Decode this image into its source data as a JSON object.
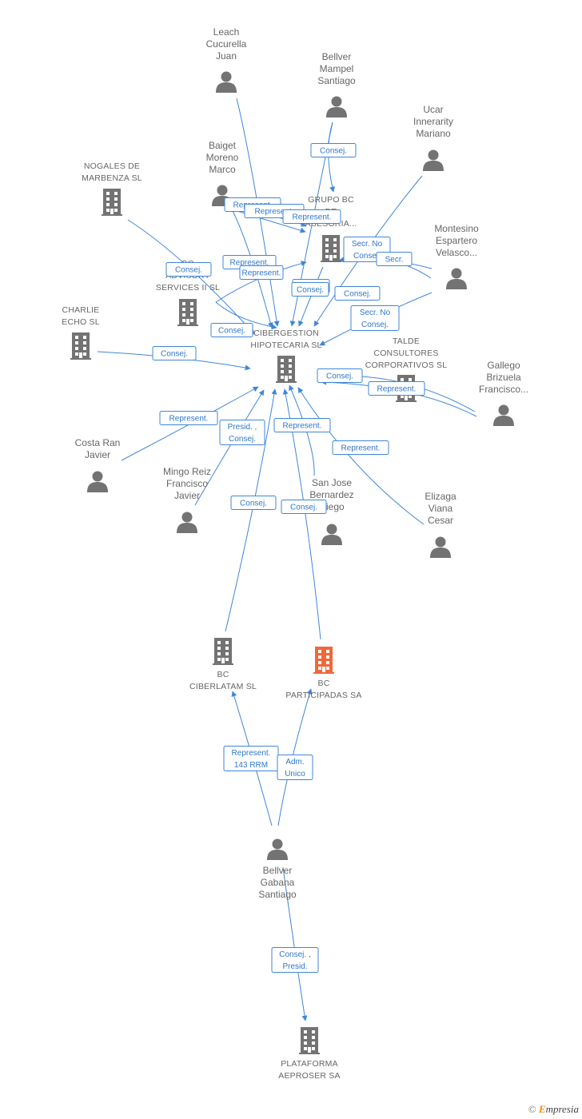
{
  "colors": {
    "edge": "#3f86d8",
    "node": "#737373",
    "highlight": "#f0683a",
    "label": "#666666"
  },
  "nodes": {
    "leach": {
      "type": "person",
      "label": [
        "Leach",
        "Cucurella",
        "Juan"
      ]
    },
    "bellver_mampel": {
      "type": "person",
      "label": [
        "Bellver",
        "Mampel",
        "Santiago"
      ]
    },
    "ucar": {
      "type": "person",
      "label": [
        "Ucar",
        "Innerarity",
        "Mariano"
      ]
    },
    "baiget": {
      "type": "person",
      "label": [
        "Baiget",
        "Moreno",
        "Marco"
      ]
    },
    "nogales": {
      "type": "company",
      "label": [
        "NOGALES DE",
        "MARBENZA SL"
      ]
    },
    "grupo_bc": {
      "type": "company",
      "label": [
        "GRUPO BC",
        "DE",
        "ASESORIA..."
      ]
    },
    "montesino": {
      "type": "person",
      "label": [
        "Montesino",
        "Espartero",
        "Velasco..."
      ]
    },
    "advisory": {
      "type": "company",
      "label": [
        "BC",
        "ADVISORY",
        "SERVICES II SL"
      ]
    },
    "charlie": {
      "type": "company",
      "label": [
        "CHARLIE",
        "ECHO SL"
      ]
    },
    "cibergestion": {
      "type": "company",
      "label": [
        "CIBERGESTION",
        "HIPOTECARIA SL"
      ]
    },
    "talde": {
      "type": "company",
      "label": [
        "TALDE",
        "CONSULTORES",
        "CORPORATIVOS SL"
      ]
    },
    "gallego": {
      "type": "person",
      "label": [
        "Gallego",
        "Brizuela",
        "Francisco..."
      ]
    },
    "costa": {
      "type": "person",
      "label": [
        "Costa Ran",
        "Javier"
      ]
    },
    "mingo": {
      "type": "person",
      "label": [
        "Mingo Reiz",
        "Francisco",
        "Javier"
      ]
    },
    "sanjose": {
      "type": "person",
      "label": [
        "San Jose",
        "Bernardez",
        "Diego"
      ]
    },
    "elizaga": {
      "type": "person",
      "label": [
        "Elizaga",
        "Viana",
        "Cesar"
      ]
    },
    "ciberlatam": {
      "type": "company",
      "label": [
        "BC",
        "CIBERLATAM SL"
      ]
    },
    "participadas": {
      "type": "company",
      "highlight": true,
      "label": [
        "BC",
        "PARTICIPADAS SA"
      ]
    },
    "bellver_gabana": {
      "type": "person",
      "label": [
        "Bellver",
        "Gabana",
        "Santiago"
      ]
    },
    "plataforma": {
      "type": "company",
      "label": [
        "PLATAFORMA",
        "AEPROSER SA"
      ]
    }
  },
  "edges": [
    {
      "from": "bellver_mampel",
      "to": "grupo_bc",
      "label": [
        "Consej."
      ]
    },
    {
      "from": "baiget",
      "to": "grupo_bc",
      "label": [
        "Represent."
      ]
    },
    {
      "from": "baiget",
      "to": "cibergestion",
      "label": [
        "Represent."
      ]
    },
    {
      "from": "leach",
      "to": "cibergestion",
      "label": [
        "Represent."
      ]
    },
    {
      "from": "baiget",
      "to": "grupo_bc",
      "label": [
        "Represent."
      ]
    },
    {
      "from": "nogales",
      "to": "cibergestion",
      "label": [
        "Consej."
      ]
    },
    {
      "from": "advisory",
      "to": "grupo_bc",
      "label": [
        "Represent."
      ]
    },
    {
      "from": "advisory",
      "to": "cibergestion",
      "label": [
        "Consej."
      ]
    },
    {
      "from": "montesino",
      "to": "grupo_bc",
      "label": [
        "Secr.  No",
        "Consej."
      ]
    },
    {
      "from": "montesino",
      "to": "grupo_bc",
      "label": [
        "Secr."
      ]
    },
    {
      "from": "bellver_mampel",
      "to": "cibergestion",
      "label": [
        "Consej."
      ]
    },
    {
      "from": "ucar",
      "to": "cibergestion",
      "label": [
        "Consej."
      ]
    },
    {
      "from": "montesino",
      "to": "cibergestion",
      "label": [
        "Secr.  No",
        "Consej."
      ]
    },
    {
      "from": "grupo_bc",
      "to": "cibergestion",
      "label": [
        "Consej."
      ]
    },
    {
      "from": "charlie",
      "to": "cibergestion",
      "label": [
        "Consej."
      ]
    },
    {
      "from": "gallego",
      "to": "talde",
      "label": [
        "Consej."
      ]
    },
    {
      "from": "gallego",
      "to": "talde",
      "label": [
        "Represent."
      ]
    },
    {
      "from": "costa",
      "to": "cibergestion",
      "label": [
        "Represent."
      ]
    },
    {
      "from": "mingo",
      "to": "cibergestion",
      "label": [
        "Presid. ,",
        "Consej."
      ]
    },
    {
      "from": "sanjose",
      "to": "cibergestion",
      "label": [
        "Represent."
      ]
    },
    {
      "from": "elizaga",
      "to": "cibergestion",
      "label": [
        "Represent."
      ]
    },
    {
      "from": "ciberlatam",
      "to": "cibergestion",
      "label": [
        "Consej."
      ]
    },
    {
      "from": "participadas",
      "to": "cibergestion",
      "label": [
        "Consej."
      ]
    },
    {
      "from": "bellver_gabana",
      "to": "ciberlatam",
      "label": [
        "Represent.",
        "143 RRM"
      ]
    },
    {
      "from": "bellver_gabana",
      "to": "participadas",
      "label": [
        "Adm.",
        "Unico"
      ]
    },
    {
      "from": "bellver_gabana",
      "to": "plataforma",
      "label": [
        "Consej. ,",
        "Presid."
      ]
    }
  ],
  "footer": {
    "copyright": "©",
    "brand_first": "E",
    "brand_rest": "mpresia"
  }
}
